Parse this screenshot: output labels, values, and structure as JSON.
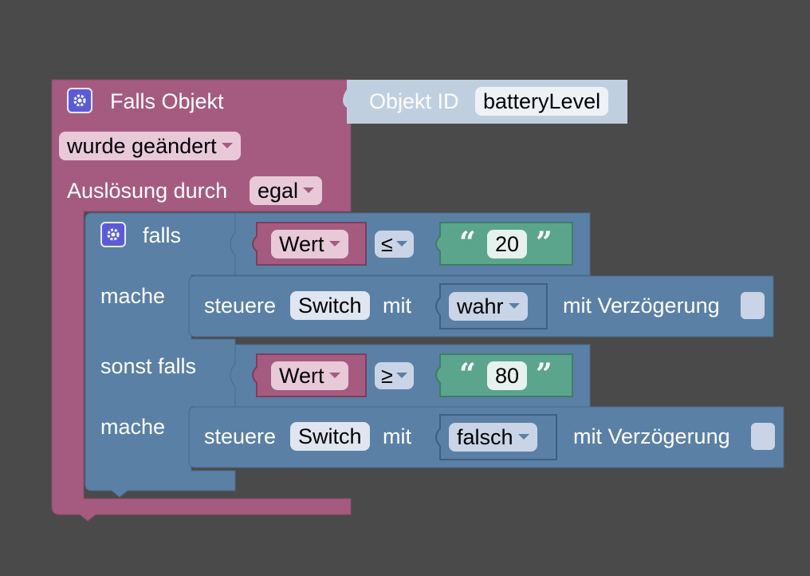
{
  "event_block": {
    "title": "Falls Objekt",
    "object_label": "Objekt ID",
    "object_id": "batteryLevel",
    "condition": "wurde geändert",
    "trigger_label": "Auslösung durch",
    "trigger_value": "egal",
    "icon": "gear-icon",
    "color": "#a55b80"
  },
  "if_block": {
    "if_label": "falls",
    "do_label": "mache",
    "elseif_label": "sonst falls",
    "icon": "gear-icon",
    "color": "#5b80a5",
    "branches": [
      {
        "compare_var": "Wert",
        "operator": "≤",
        "number": "20",
        "action_label": "steuere",
        "target": "Switch",
        "with_label": "mit",
        "bool_value": "wahr",
        "delay_label": "mit Verzögerung"
      },
      {
        "compare_var": "Wert",
        "operator": "≥",
        "number": "80",
        "action_label": "steuere",
        "target": "Switch",
        "with_label": "mit",
        "bool_value": "falsch",
        "delay_label": "mit Verzögerung"
      }
    ]
  },
  "colors": {
    "workspace": "#4a4a4a",
    "event": "#a55b80",
    "control": "#5b80a5",
    "text_value": "#5ba58c",
    "object_input": "#c0cfe0"
  }
}
